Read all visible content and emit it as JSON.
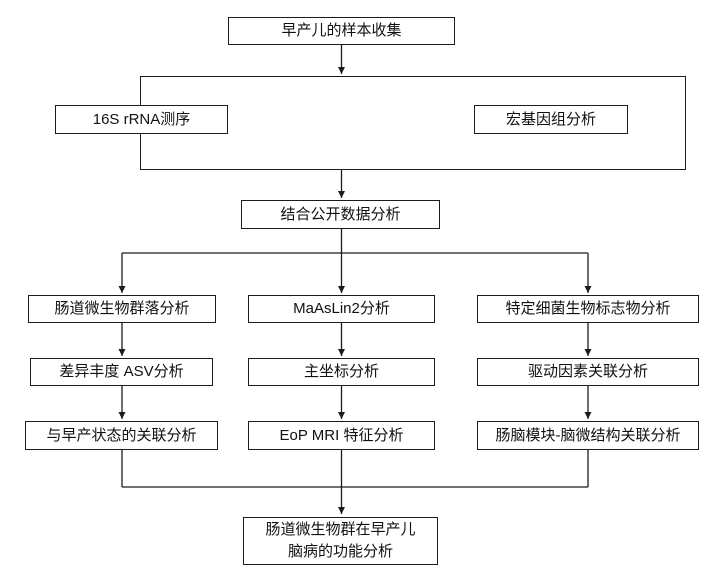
{
  "diagram": {
    "sample_collection": "早产儿的样本收集",
    "seq_left": "16S rRNA测序",
    "seq_right": "宏基因组分析",
    "combine": "结合公开数据分析",
    "col1": [
      "肠道微生物群落分析",
      "差异丰度 ASV分析",
      "与早产状态的关联分析"
    ],
    "col2": [
      "MaAsLin2分析",
      "主坐标分析",
      "EoP MRI 特征分析"
    ],
    "col3": [
      "特定细菌生物标志物分析",
      "驱动因素关联分析",
      "肠脑模块-脑微结构关联分析"
    ],
    "final": {
      "line1": "肠道微生物群在早产儿",
      "line2": "脑病的功能分析"
    },
    "colors": {
      "background": "#ffffff",
      "box_border": "#1c1c1c",
      "line": "#1c1c1c",
      "text": "#111111"
    }
  }
}
